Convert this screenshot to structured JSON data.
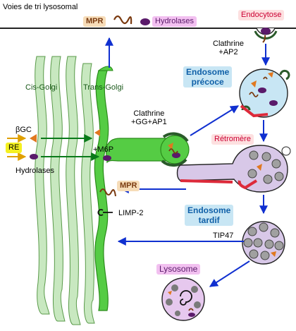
{
  "title": "Voies de tri lysosomal",
  "top_membrane": {
    "mpr_label": "MPR",
    "hydrolases_label": "Hydrolases",
    "endocytose_label": "Endocytose"
  },
  "golgi": {
    "cis_label": "Cis-Golgi",
    "trans_label": "Trans-Golgi"
  },
  "inputs": {
    "bgc_label": "βGC",
    "re_label": "RE",
    "hydrolases_label": "Hydrolases",
    "m6p_label": "+M6P"
  },
  "clathrin": {
    "ap2_label": "Clathrine\n+AP2",
    "gga_label": "Clathrine\n+GG+AP1"
  },
  "compartments": {
    "early_endosome": "Endosome\nprécoce",
    "retromer": "Rétromère",
    "late_endosome": "Endosome\ntardif",
    "lysosome": "Lysosome"
  },
  "trans_labels": {
    "mpr": "MPR",
    "limp2": "LIMP-2",
    "tip47": "TIP47"
  },
  "colors": {
    "golgi_green": "#55cc44",
    "golgi_pale": "#c8e8c0",
    "endosome_blue_bg": "#c8e6f4",
    "endosome_text": "#1060a8",
    "arrow_blue": "#1030d0",
    "arrow_green": "#0a7a1a",
    "mpr_box": "#f6dcb8",
    "hydrolase_box": "#f2c0f0",
    "retromer_text": "#cc0033",
    "retromer_bg": "#fde0e0",
    "re_box": "#f4f020",
    "vesicle_fill": "#d8c8e8"
  }
}
